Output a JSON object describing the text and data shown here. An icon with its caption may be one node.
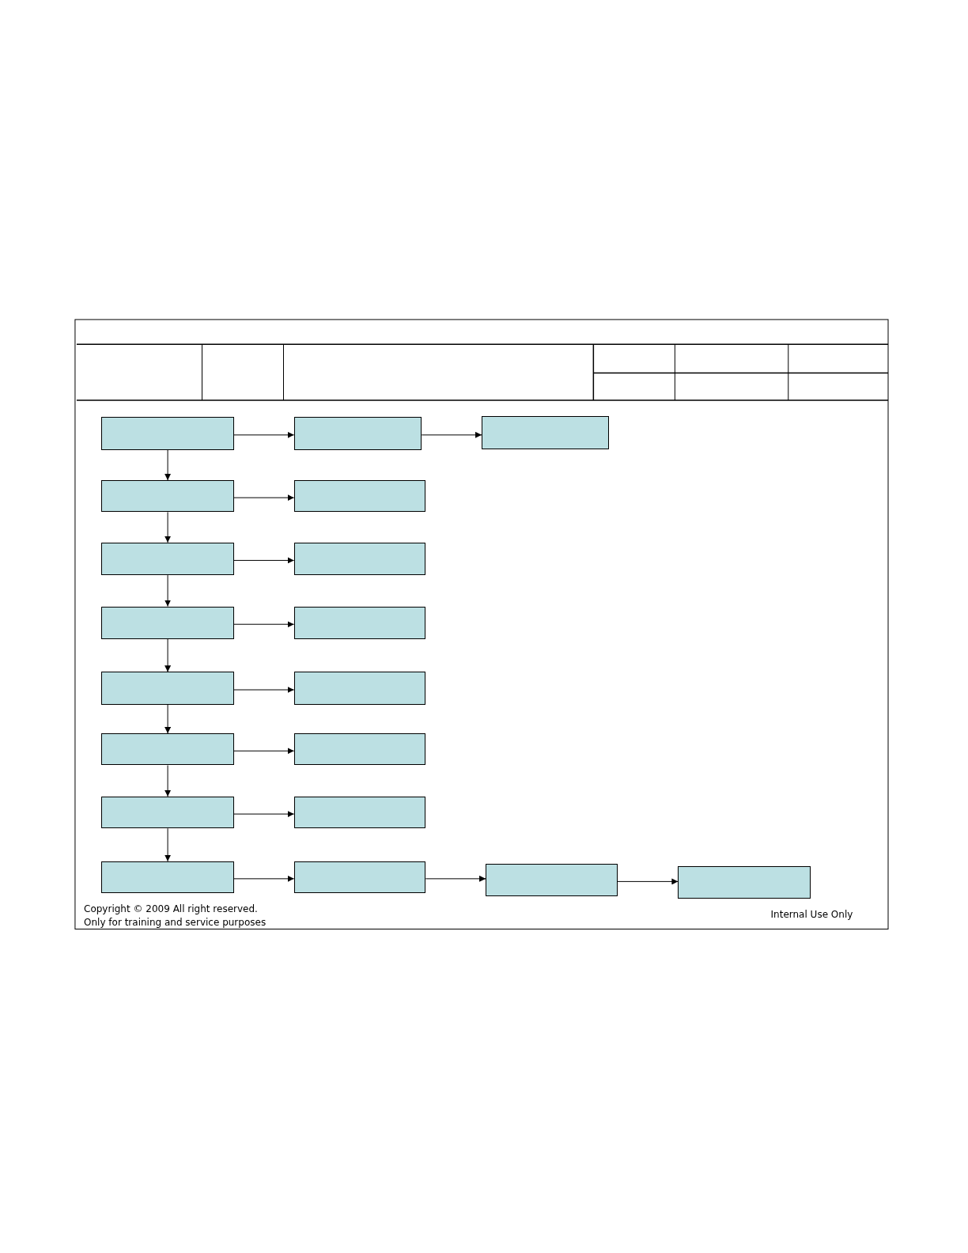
{
  "diagram": {
    "nodes": [
      {
        "text": [],
        "shape": "box"
      },
      {
        "text": [],
        "shape": "box"
      },
      {
        "text": [],
        "shape": "box"
      },
      {
        "text": [],
        "shape": "box"
      },
      {
        "text": [],
        "shape": "box"
      },
      {
        "text": [],
        "shape": "box"
      },
      {
        "text": [],
        "shape": "box"
      },
      {
        "text": [],
        "shape": "box"
      },
      {
        "text": [],
        "shape": "box"
      },
      {
        "text": [],
        "shape": "box"
      },
      {
        "text": [],
        "shape": "box"
      },
      {
        "text": [],
        "shape": "box"
      },
      {
        "text": [],
        "shape": "box"
      },
      {
        "text": [],
        "shape": "box"
      },
      {
        "text": [],
        "shape": "box"
      },
      {
        "text": [],
        "shape": "box"
      },
      {
        "text": [],
        "shape": "box"
      },
      {
        "text": [],
        "shape": "box"
      },
      {
        "text": [],
        "shape": "box"
      }
    ],
    "edges": [
      {
        "from": 0,
        "to": 1,
        "arrow": "to"
      },
      {
        "from": 1,
        "to": 2,
        "arrow": "to"
      },
      {
        "from": 0,
        "to": 3,
        "arrow": "to"
      },
      {
        "from": 3,
        "to": 4,
        "arrow": "to"
      },
      {
        "from": 3,
        "to": 5,
        "arrow": "to"
      },
      {
        "from": 5,
        "to": 6,
        "arrow": "to"
      },
      {
        "from": 5,
        "to": 7,
        "arrow": "to"
      },
      {
        "from": 7,
        "to": 8,
        "arrow": "to"
      },
      {
        "from": 7,
        "to": 9,
        "arrow": "to"
      },
      {
        "from": 9,
        "to": 10,
        "arrow": "to"
      },
      {
        "from": 9,
        "to": 11,
        "arrow": "to"
      },
      {
        "from": 11,
        "to": 12,
        "arrow": "to"
      },
      {
        "from": 11,
        "to": 13,
        "arrow": "to"
      },
      {
        "from": 13,
        "to": 14,
        "arrow": "to"
      },
      {
        "from": 13,
        "to": 15,
        "arrow": "to"
      },
      {
        "from": 15,
        "to": 16,
        "arrow": "to"
      },
      {
        "from": 16,
        "to": 17,
        "arrow": "to"
      },
      {
        "from": 17,
        "to": 18,
        "arrow": "to"
      }
    ],
    "labels": [
      "Copyright © 2009 All right reserved.",
      "Only for training and service purposes",
      "Internal Use Only"
    ]
  }
}
